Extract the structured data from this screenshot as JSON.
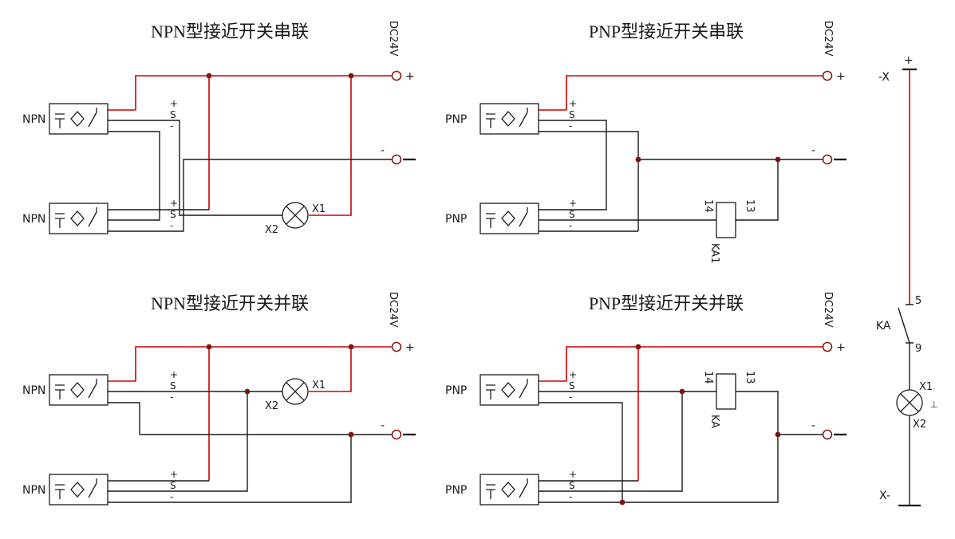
{
  "colors": {
    "red": "#d00000",
    "black": "#1a1a1a",
    "dot": "#7c1412",
    "terminal": "#8b1a1a"
  },
  "panels": [
    {
      "title": "NPN型接近开关串联",
      "supply": "DC24V",
      "plus": "+",
      "minus": "-",
      "sensors": [
        {
          "name": "NPN",
          "plus": "+",
          "sig": "S",
          "neg": "-"
        },
        {
          "name": "NPN",
          "plus": "+",
          "sig": "S",
          "neg": "-"
        }
      ],
      "lamp": {
        "x1": "X1",
        "x2": "X2"
      }
    },
    {
      "title": "PNP型接近开关串联",
      "supply": "DC24V",
      "plus": "+",
      "minus": "-",
      "sensors": [
        {
          "name": "PNP",
          "plus": "+",
          "sig": "S",
          "neg": "-"
        },
        {
          "name": "PNP",
          "plus": "+",
          "sig": "S",
          "neg": "-"
        }
      ],
      "relay": {
        "pin_left": "14",
        "pin_right": "13",
        "name": "KA1"
      }
    },
    {
      "title": "NPN型接近开关并联",
      "supply": "DC24V",
      "plus": "+",
      "minus": "-",
      "sensors": [
        {
          "name": "NPN",
          "plus": "+",
          "sig": "S",
          "neg": "-"
        },
        {
          "name": "NPN",
          "plus": "+",
          "sig": "S",
          "neg": "-"
        }
      ],
      "lamp": {
        "x1": "X1",
        "x2": "X2"
      }
    },
    {
      "title": "PNP型接近开关并联",
      "supply": "DC24V",
      "plus": "+",
      "minus": "-",
      "sensors": [
        {
          "name": "PNP",
          "plus": "+",
          "sig": "S",
          "neg": "-"
        },
        {
          "name": "PNP",
          "plus": "+",
          "sig": "S",
          "neg": "-"
        }
      ],
      "relay": {
        "pin_left": "14",
        "pin_right": "13",
        "name": "KA"
      }
    }
  ],
  "side": {
    "plus": "+",
    "wire_top": "-X",
    "pin_top": "5",
    "relay": "KA",
    "pin_bottom": "9",
    "lamp_x1": "X1",
    "lamp_sym": "⊥",
    "lamp_x2": "X2",
    "wire_bottom": "X-"
  }
}
